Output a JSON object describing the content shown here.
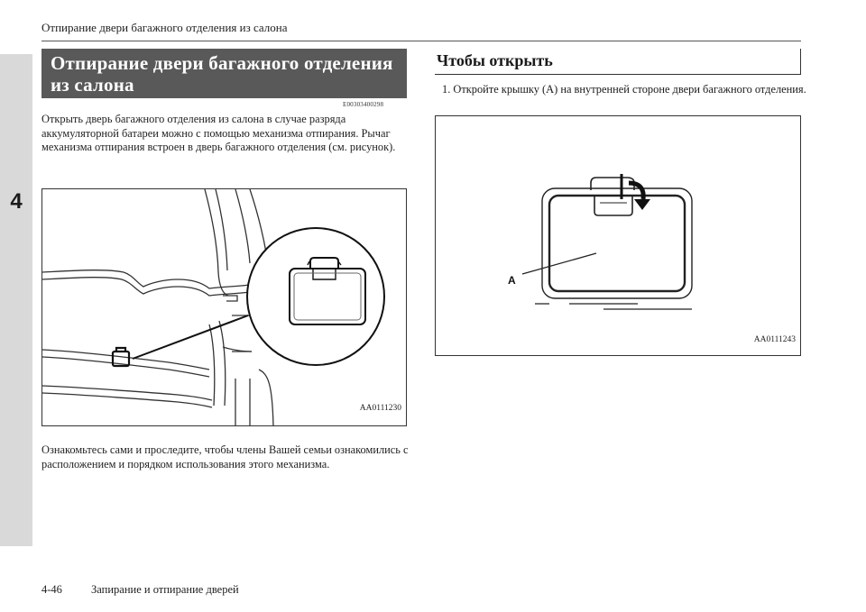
{
  "header": {
    "running_title": "Отпирание двери багажного отделения из салона"
  },
  "side_tab": {
    "chapter_number": "4"
  },
  "section": {
    "title_line1": "Отпирание двери багажного отделения",
    "title_line2": "из салона",
    "code": "E00303400298",
    "intro": "Открыть дверь багажного отделения из салона в случае разряда аккумуляторной батареи можно с помощью механизма отпирания. Рычаг механизма отпирания встроен в дверь багажного отделения (см. рисунок).",
    "figure_left_code": "AA0111230",
    "note": "Ознакомьтесь сами и проследите, чтобы члены Вашей семьи ознакомились с расположением и порядком использования этого механизма."
  },
  "subsection": {
    "title": "Чтобы открыть",
    "step1": "1. Откройте крышку (А) на внутренней стороне двери багажного отделения.",
    "figure_right_code": "AA0111243",
    "figure_right_label": "A"
  },
  "footer": {
    "page_number": "4-46",
    "chapter_title": "Запирание и отпирание дверей"
  }
}
